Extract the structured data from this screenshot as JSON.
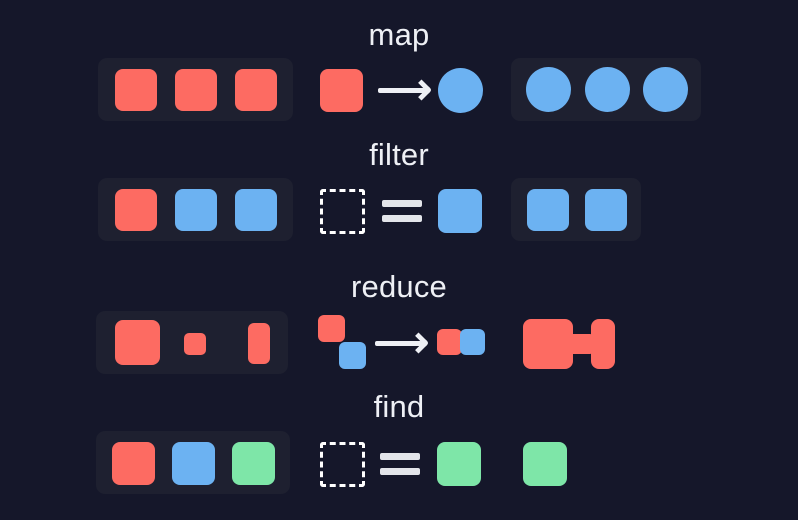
{
  "page": {
    "background": "#15172a",
    "panel_background": "#1e2030",
    "text_color": "#eef0f5"
  },
  "palette": {
    "red": "#fd6b62",
    "blue": "#6cb2f2",
    "green": "#7ee6a8",
    "white": "#eef0f5"
  },
  "rows": [
    {
      "title": "map",
      "input_items": [
        "red-square",
        "red-square",
        "red-square"
      ],
      "operator": "red-square arrow blue-circle",
      "output_items": [
        "blue-circle",
        "blue-circle",
        "blue-circle"
      ],
      "output_has_panel": true
    },
    {
      "title": "filter",
      "input_items": [
        "red-square",
        "blue-square",
        "blue-square"
      ],
      "operator": "dashed-square equals blue-square",
      "output_items": [
        "blue-square",
        "blue-square"
      ],
      "output_has_panel": true
    },
    {
      "title": "reduce",
      "input_items": [
        "red-large-square",
        "red-small-square",
        "red-tall-rect"
      ],
      "operator": "red-blue-diagonal-pair arrow red-blue-joined-pair",
      "output_items": [
        "red-combined-shape"
      ],
      "output_has_panel": false
    },
    {
      "title": "find",
      "input_items": [
        "red-square",
        "blue-square",
        "green-square"
      ],
      "operator": "dashed-square equals green-square",
      "output_items": [
        "green-square"
      ],
      "output_has_panel": false
    }
  ]
}
